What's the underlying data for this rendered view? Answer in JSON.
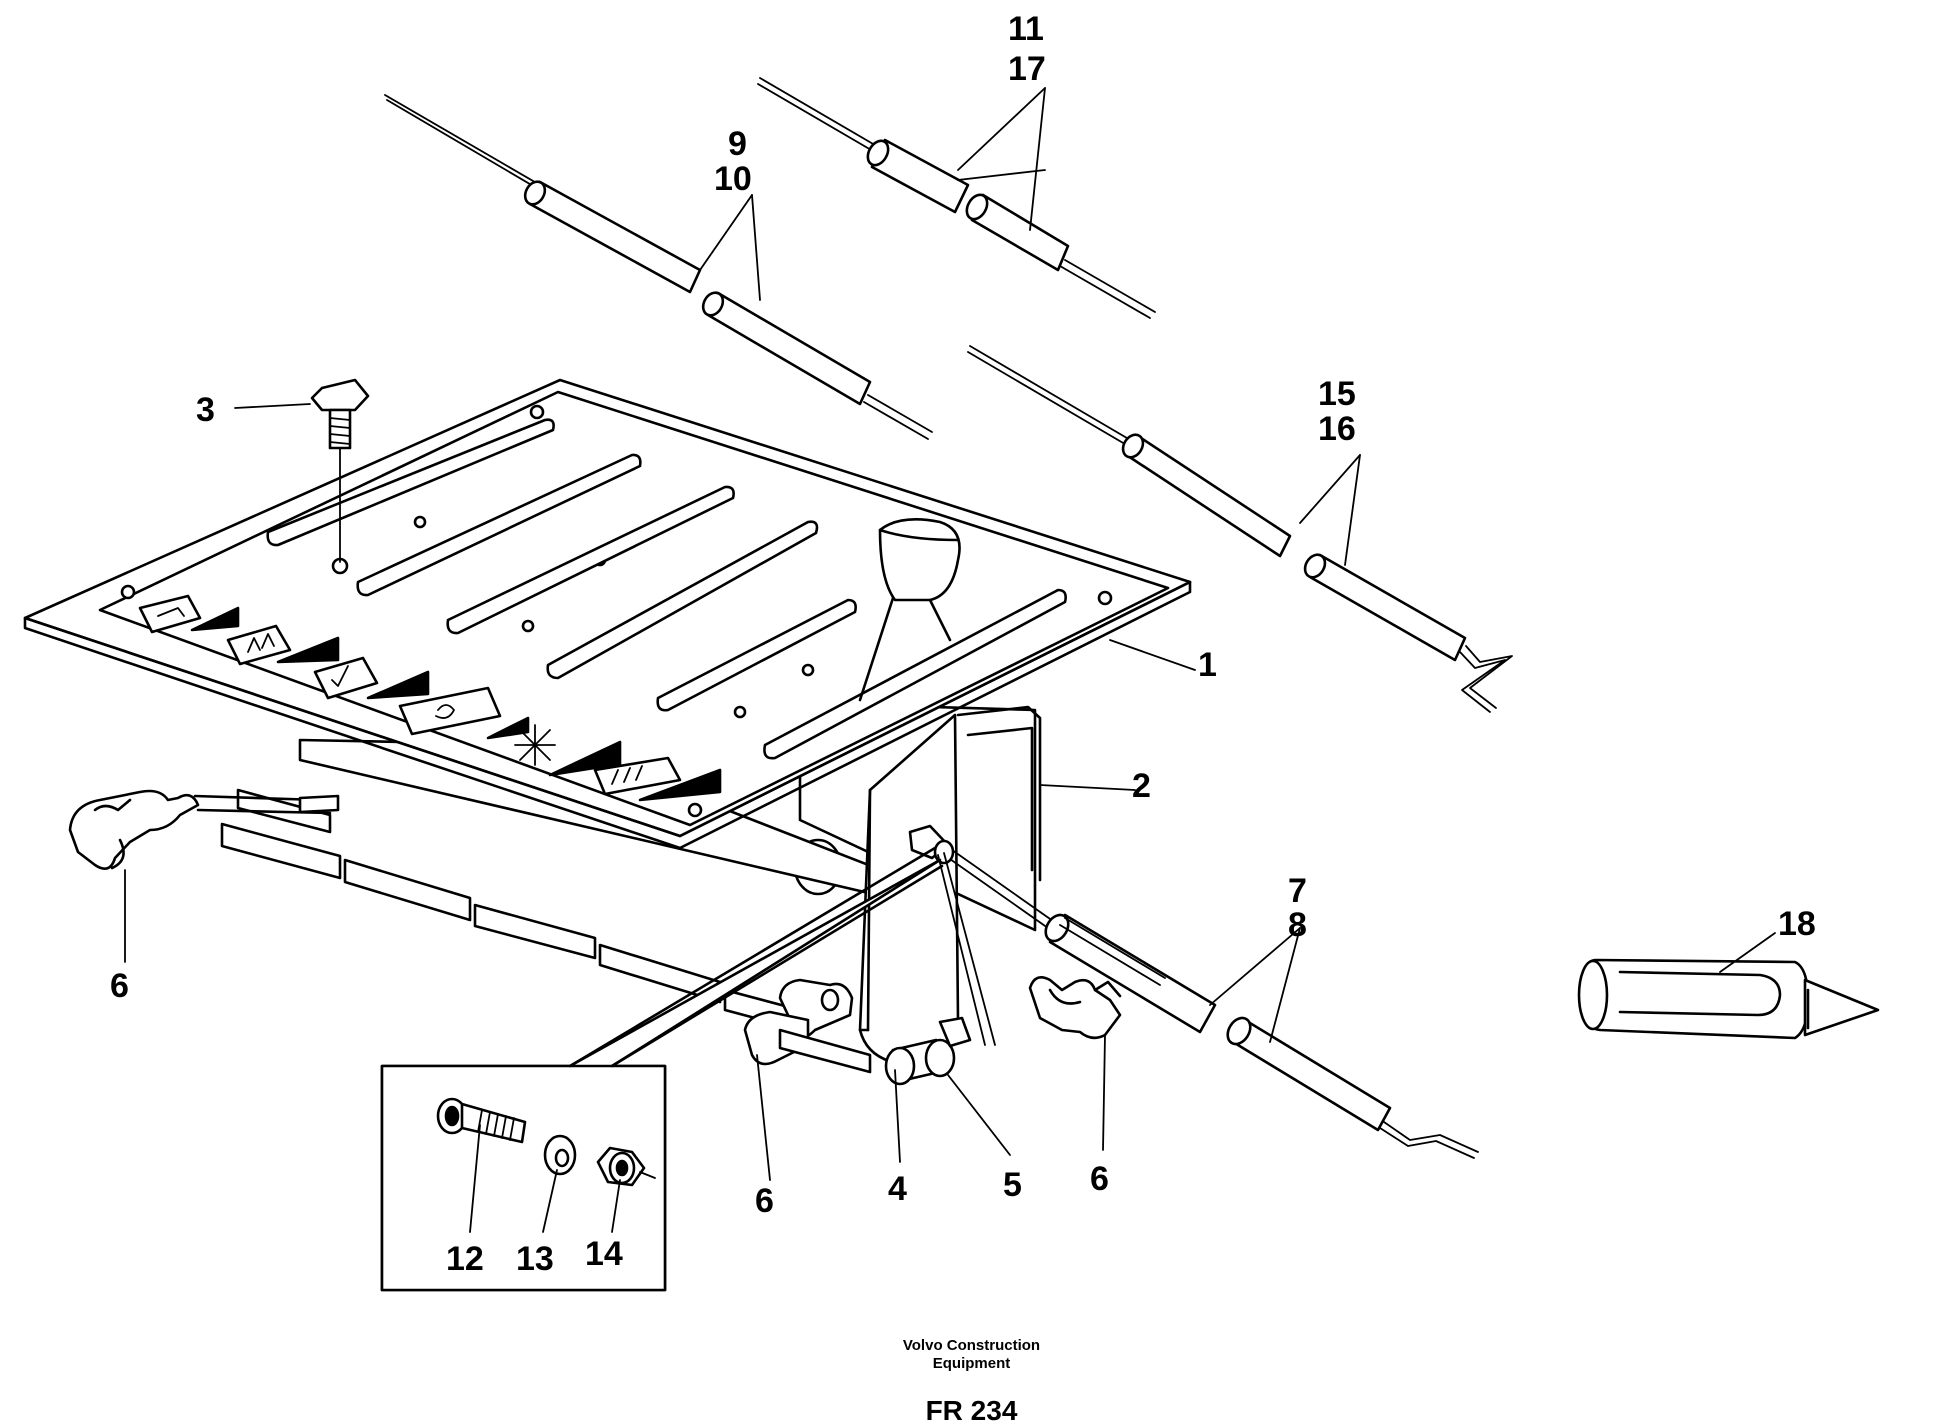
{
  "diagram": {
    "callouts": {
      "c1": "1",
      "c2": "2",
      "c3": "3",
      "c4": "4",
      "c5": "5",
      "c6a": "6",
      "c6b": "6",
      "c6c": "6",
      "c7": "7",
      "c8": "8",
      "c9": "9",
      "c10": "10",
      "c11": "11",
      "c12": "12",
      "c13": "13",
      "c14": "14",
      "c15": "15",
      "c16": "16",
      "c17": "17",
      "c18": "18"
    }
  },
  "footer": {
    "org_line1": "Volvo Construction",
    "org_line2": "Equipment",
    "code": "FR 234"
  }
}
